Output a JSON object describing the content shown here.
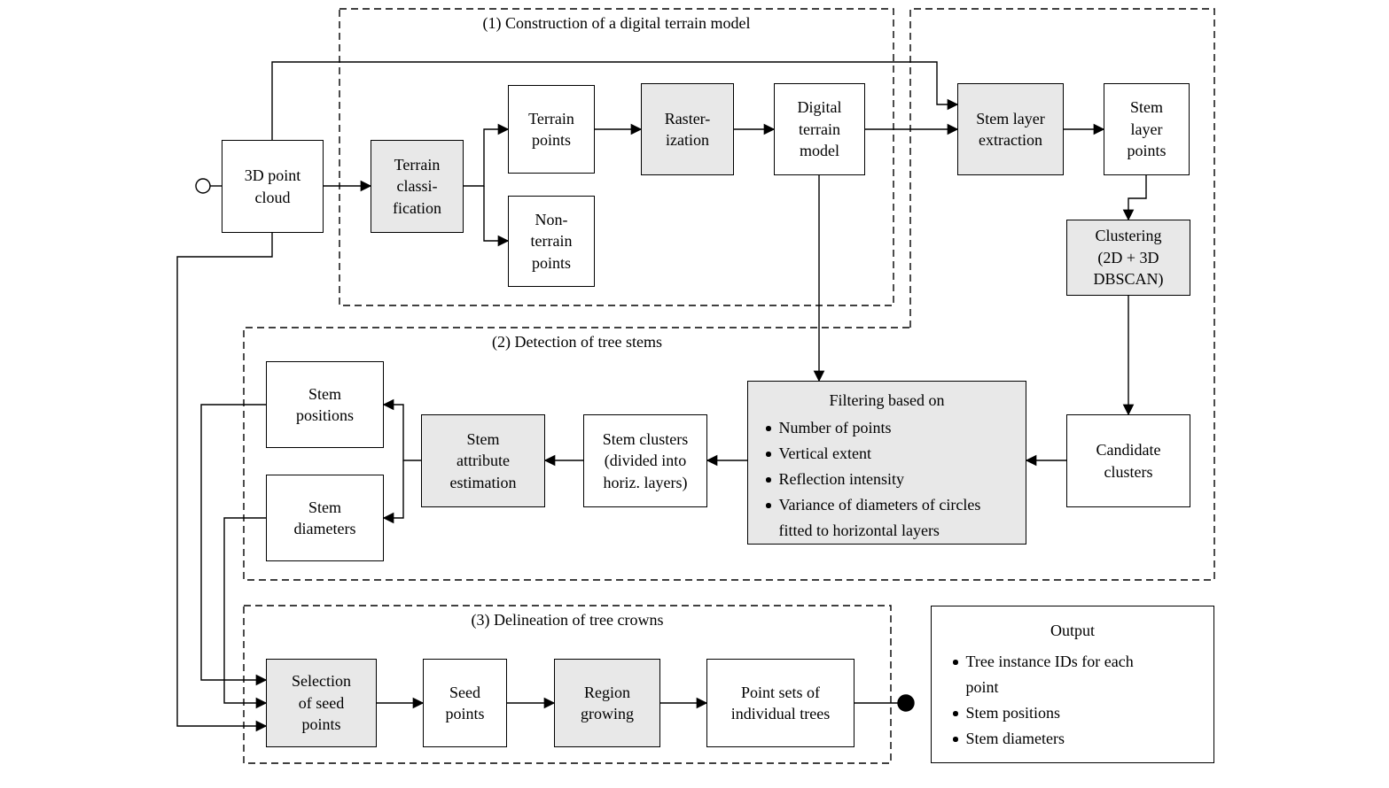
{
  "colors": {
    "process_box_fill": "#e8e8e8",
    "data_box_fill": "#ffffff",
    "line_color": "#000000"
  },
  "diagram": {
    "sections": {
      "s1": {
        "title": "(1) Construction of a digital terrain model"
      },
      "s2": {
        "title": "(2) Detection of tree stems"
      },
      "s3": {
        "title": "(3) Delineation of tree crowns"
      }
    },
    "boxes": {
      "point_cloud": "3D point\ncloud",
      "terrain_classification": "Terrain\nclassi-\nfication",
      "terrain_points": "Terrain\npoints",
      "non_terrain_points": "Non-\nterrain\npoints",
      "rasterization": "Raster-\nization",
      "digital_terrain_model": "Digital\nterrain\nmodel",
      "stem_layer_extraction": "Stem layer\nextraction",
      "stem_layer_points": "Stem\nlayer\npoints",
      "clustering": "Clustering\n(2D + 3D\nDBSCAN)",
      "candidate_clusters": "Candidate\nclusters",
      "stem_clusters": "Stem clusters\n(divided into\nhoriz. layers)",
      "stem_attribute_estimation": "Stem\nattribute\nestimation",
      "stem_positions": "Stem\npositions",
      "stem_diameters": "Stem\ndiameters",
      "selection_seed_points": "Selection\nof seed\npoints",
      "seed_points": "Seed\npoints",
      "region_growing": "Region\ngrowing",
      "point_sets": "Point sets of\nindividual trees"
    },
    "filtering": {
      "title": "Filtering based on",
      "items": [
        "Number of points",
        "Vertical extent",
        "Reflection intensity",
        "Variance of diameters of circles\nfitted to horizontal layers"
      ]
    },
    "output": {
      "title": "Output",
      "items": [
        "Tree instance IDs for each\npoint",
        "Stem positions",
        "Stem diameters"
      ]
    }
  }
}
